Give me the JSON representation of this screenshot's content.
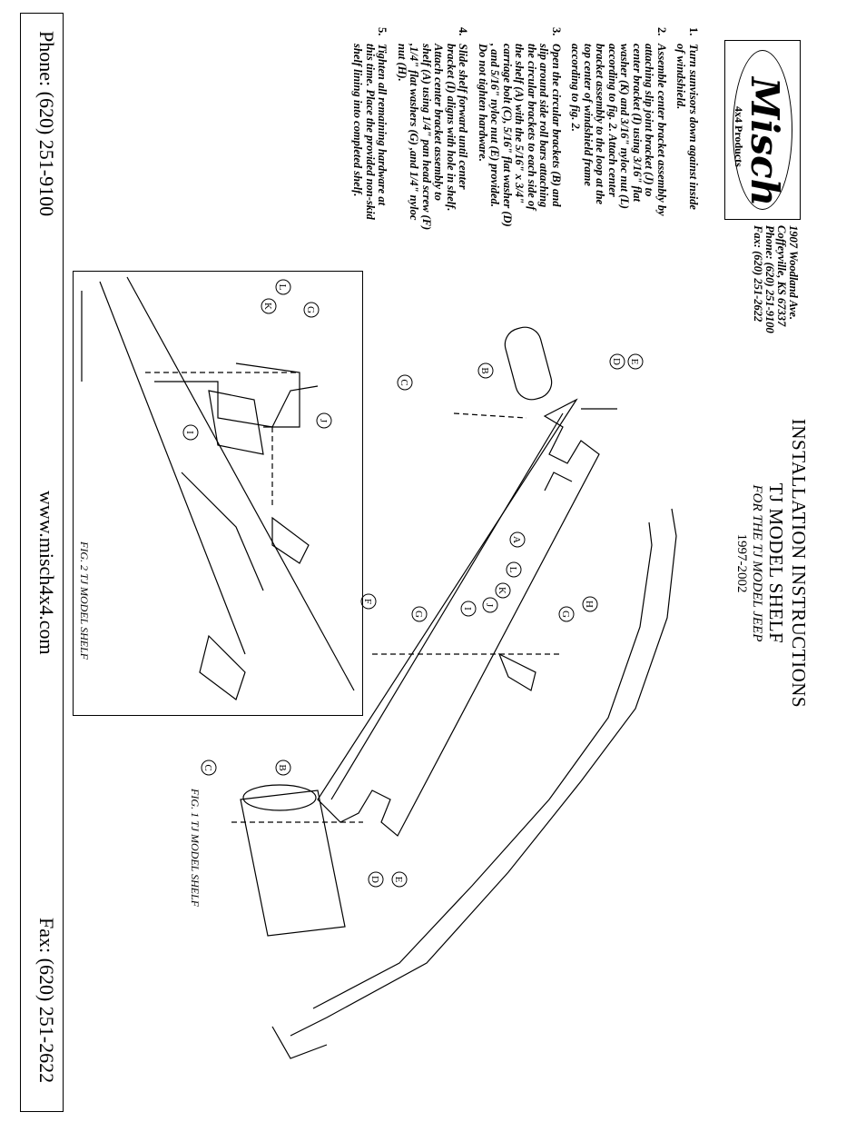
{
  "header": {
    "title_line1": "INSTALLATION INSTRUCTIONS",
    "title_line2": "TJ MODEL SHELF",
    "title_line3": "FOR THE TJ MODEL JEEP",
    "title_line4": "1997-2002"
  },
  "company": {
    "logo_name": "Misch",
    "logo_sub": "4x4 Products",
    "address_line1": "1907 Woodland Ave.",
    "address_line2": "Coffeyville, KS 67337",
    "address_phone": "Phone: (620) 251-9100",
    "address_fax": "Fax: (620) 251-2622"
  },
  "steps": [
    {
      "num": "1.",
      "lines": [
        "Turn sunvisors down against inside",
        "of windshield."
      ]
    },
    {
      "num": "2.",
      "lines": [
        "Assemble center bracket assembly by",
        "attaching slip joint bracket (J) to",
        "center bracket (I) using 3/16\" flat",
        "washer (K) and 3/16\" nyloc nut (L)",
        "according to fig. 2.  Attach center",
        "bracket assembly to the loop at the",
        "top center of windshield frame",
        "according to fig. 2."
      ]
    },
    {
      "num": "3.",
      "lines": [
        "Open the circular brackets (B) and",
        "slip around side roll bars attaching",
        "the circular brackets to each side of",
        "the shelf (A) with the 5/16\" x 3/4\"",
        "carriage bolt (C), 5/16\" flat washer (D)",
        ", and 5/16\" nyloc nut (E) provided.",
        "Do not tighten hardware."
      ]
    },
    {
      "num": "4.",
      "lines": [
        "Slide shelf forward until center",
        "bracket (I) aligns with hole in shelf.",
        "Attach center bracket assembly to",
        "shelf (A) using 1/4\" pan head screw (F)",
        ",1/4\" flat washers (G) ,and 1/4\" nyloc",
        "nut (H)."
      ]
    },
    {
      "num": "5.",
      "lines": [
        "Tighten all remaining hardware at",
        "this time.  Place the provided non-skid",
        "shelf lining into completed shelf."
      ]
    }
  ],
  "figures": {
    "fig1_caption": "FIG. 1 TJ MODEL SHELF",
    "fig2_caption": "FIG. 2 TJ MODEL SHELF"
  },
  "part_labels": [
    "A",
    "B",
    "C",
    "D",
    "E",
    "F",
    "G",
    "H",
    "I",
    "J",
    "K",
    "L"
  ],
  "footer": {
    "phone": "Phone: (620) 251-9100",
    "website": "www.misch4x4.com",
    "fax": "Fax: (620) 251-2622"
  }
}
